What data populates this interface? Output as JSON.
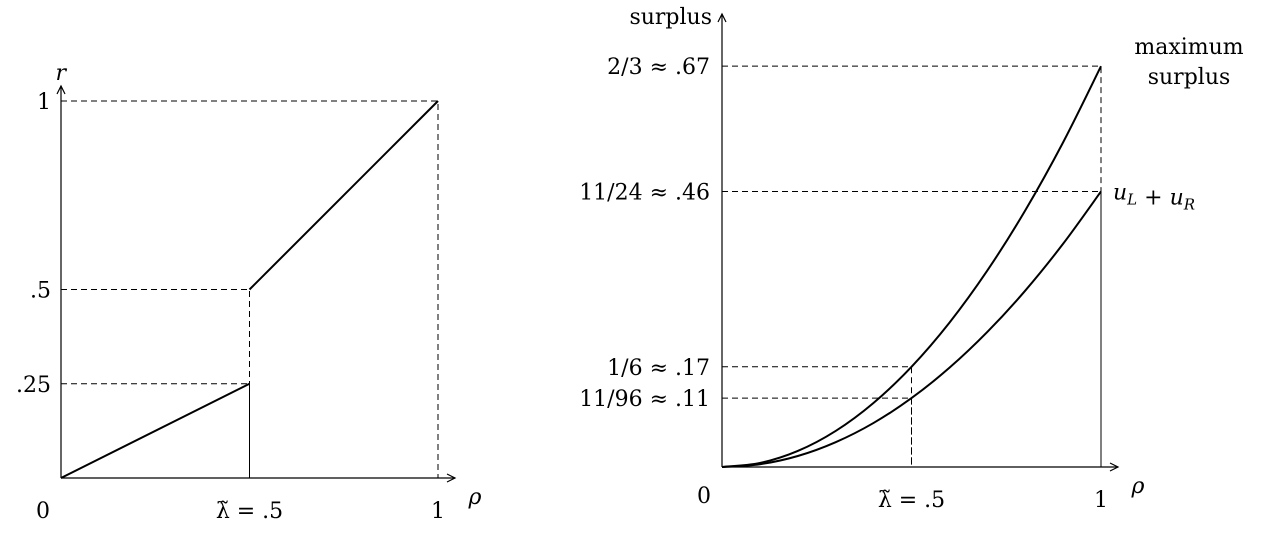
{
  "chart_data": [
    {
      "type": "line",
      "title": "",
      "xlabel": "ρ",
      "ylabel": "r",
      "xlim": [
        0,
        1
      ],
      "ylim": [
        0,
        1
      ],
      "origin_label": "0",
      "x_ticks": [
        {
          "value": 0.5,
          "label": "λ̃ = .5"
        },
        {
          "value": 1,
          "label": "1"
        }
      ],
      "y_ticks": [
        {
          "value": 0.25,
          "label": ".25"
        },
        {
          "value": 0.5,
          "label": ".5"
        },
        {
          "value": 1,
          "label": "1"
        }
      ],
      "series": [
        {
          "segments": [
            {
              "x": [
                0,
                0.5
              ],
              "y": [
                0,
                0.25
              ]
            },
            {
              "x": [
                0.5,
                1
              ],
              "y": [
                0.5,
                1
              ]
            }
          ]
        }
      ],
      "guides": [
        {
          "x": 0.5,
          "y": 0.25
        },
        {
          "x": 0.5,
          "y": 0.5
        },
        {
          "x": 1,
          "y": 1
        }
      ]
    },
    {
      "type": "line",
      "title": "",
      "xlabel": "ρ",
      "ylabel": "surplus",
      "xlim": [
        0,
        1
      ],
      "ylim": [
        0,
        0.667
      ],
      "origin_label": "0",
      "x_ticks": [
        {
          "value": 0.5,
          "label": "λ̃ = .5"
        },
        {
          "value": 1,
          "label": "1"
        }
      ],
      "y_ticks": [
        {
          "value": 0.1146,
          "label": "11/96 ≈ .11"
        },
        {
          "value": 0.1667,
          "label": "1/6 ≈ .17"
        },
        {
          "value": 0.4583,
          "label": "11/24 ≈ .46"
        },
        {
          "value": 0.6667,
          "label": "2/3 ≈ .67"
        }
      ],
      "series": [
        {
          "name_lines": [
            "maximum",
            "surplus"
          ],
          "x": [
            0,
            0.1,
            0.2,
            0.3,
            0.4,
            0.5,
            0.6,
            0.7,
            0.8,
            0.9,
            1.0
          ],
          "y": [
            0,
            0.0067,
            0.0267,
            0.06,
            0.1067,
            0.1667,
            0.24,
            0.3267,
            0.4267,
            0.54,
            0.6667
          ]
        },
        {
          "name_lines": [
            "u_L + u_R"
          ],
          "x": [
            0,
            0.1,
            0.2,
            0.3,
            0.4,
            0.5,
            0.6,
            0.7,
            0.8,
            0.9,
            1.0
          ],
          "y": [
            0,
            0.0046,
            0.0183,
            0.0413,
            0.0733,
            0.1146,
            0.165,
            0.2246,
            0.2933,
            0.3713,
            0.4583
          ]
        }
      ],
      "guides": [
        {
          "x": 0.5,
          "y": 0.1146
        },
        {
          "x": 0.5,
          "y": 0.1667
        },
        {
          "x": 1,
          "y": 0.4583
        },
        {
          "x": 1,
          "y": 0.6667
        }
      ]
    }
  ]
}
